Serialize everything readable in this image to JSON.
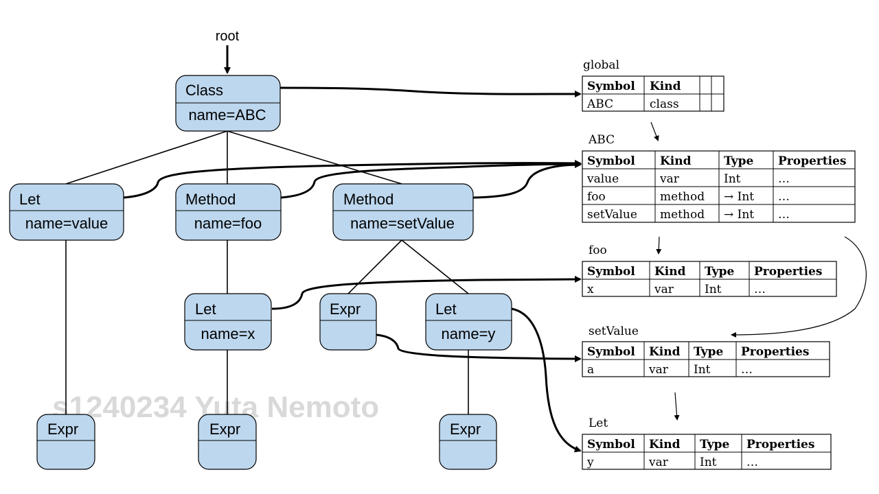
{
  "root_label": "root",
  "watermark": "s1240234 Yuta Nemoto",
  "colors": {
    "node_fill": "#bdd7ee",
    "node_stroke": "#000000",
    "line": "#000000",
    "watermark": "#d9d9d9"
  },
  "nodes": {
    "class_abc": {
      "title": "Class",
      "sub": "name=ABC"
    },
    "let_value": {
      "title": "Let",
      "sub": "name=value"
    },
    "method_foo": {
      "title": "Method",
      "sub": "name=foo"
    },
    "method_setvalue": {
      "title": "Method",
      "sub": "name=setValue"
    },
    "let_x": {
      "title": "Let",
      "sub": "name=x"
    },
    "expr_mid": {
      "title": "Expr",
      "sub": ""
    },
    "let_y": {
      "title": "Let",
      "sub": "name=y"
    },
    "expr_value": {
      "title": "Expr",
      "sub": ""
    },
    "expr_x": {
      "title": "Expr",
      "sub": ""
    },
    "expr_y": {
      "title": "Expr",
      "sub": ""
    }
  },
  "tables": {
    "global": {
      "title": "global",
      "headers": [
        "Symbol",
        "Kind",
        "",
        ""
      ],
      "rows": [
        [
          "ABC",
          "class",
          "",
          ""
        ]
      ]
    },
    "abc": {
      "title": "ABC",
      "headers": [
        "Symbol",
        "Kind",
        "Type",
        "Properties"
      ],
      "rows": [
        [
          "value",
          "var",
          "Int",
          "…"
        ],
        [
          "foo",
          "method",
          "→ Int",
          "…"
        ],
        [
          "setValue",
          "method",
          "→ Int",
          "…"
        ]
      ]
    },
    "foo": {
      "title": "foo",
      "headers": [
        "Symbol",
        "Kind",
        "Type",
        "Properties"
      ],
      "rows": [
        [
          "x",
          "var",
          "Int",
          "…"
        ]
      ]
    },
    "setvalue": {
      "title": "setValue",
      "headers": [
        "Symbol",
        "Kind",
        "Type",
        "Properties"
      ],
      "rows": [
        [
          "a",
          "var",
          "Int",
          "…"
        ]
      ]
    },
    "let": {
      "title": "Let",
      "headers": [
        "Symbol",
        "Kind",
        "Type",
        "Properties"
      ],
      "rows": [
        [
          "y",
          "var",
          "Int",
          "…"
        ]
      ]
    }
  }
}
